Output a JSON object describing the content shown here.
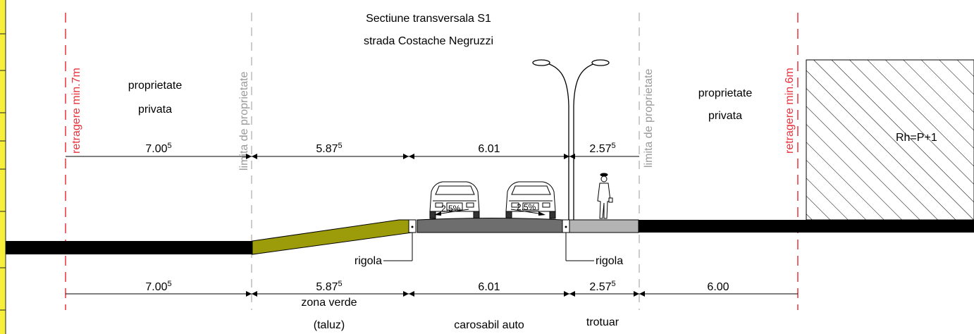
{
  "title": {
    "line1": "Sectiune transversala S1",
    "line2": "strada Costache Negruzzi"
  },
  "colors": {
    "setback_line": "#e8323c",
    "property_line": "#9a9a9a",
    "green_slope": "#9c9c0a",
    "carriageway": "#6e6e6e",
    "sidewalk": "#b4b4b4",
    "ground": "#000000",
    "margin_stripe": "#f6ef3c"
  },
  "labels": {
    "left_setback": "retragere min.7m",
    "right_setback": "retragere min.6m",
    "left_property_limit": "limita de proprietate",
    "right_property_limit": "limita de proprietate",
    "left_property_line1": "proprietate",
    "left_property_line2": "privata",
    "right_property_line1": "proprietate",
    "right_property_line2": "privata",
    "building": "Rh=P+1",
    "gutter_left": "rigola",
    "gutter_right": "rigola",
    "slope_left": "2.5%",
    "slope_right": "2.5%"
  },
  "dimensions_top": [
    {
      "main": "7.00",
      "sup": "5"
    },
    {
      "main": "5.87",
      "sup": "5"
    },
    {
      "main": "6.01",
      "sup": ""
    },
    {
      "main": "2.57",
      "sup": "5"
    }
  ],
  "dimensions_bottom": [
    {
      "main": "7.00",
      "sup": "5"
    },
    {
      "main": "5.87",
      "sup": "5"
    },
    {
      "main": "6.01",
      "sup": ""
    },
    {
      "main": "2.57",
      "sup": "5"
    },
    {
      "main": "6.00",
      "sup": ""
    }
  ],
  "zones": {
    "green_line1": "zona verde",
    "green_line2": "(taluz)",
    "carriageway": "carosabil auto",
    "sidewalk": "trotuar"
  },
  "icons": {
    "street_lamp": "street-lamp-icon",
    "car": "car-front-icon",
    "pedestrian": "pedestrian-icon"
  }
}
